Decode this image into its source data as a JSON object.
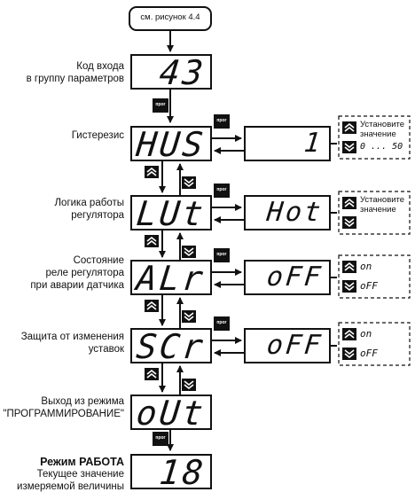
{
  "start_label": "см. рисунок 4.4",
  "button_label": "прог",
  "steps": [
    {
      "id": "code",
      "label": [
        "Код входа",
        "в группу параметров"
      ],
      "display": "43",
      "bold": false
    },
    {
      "id": "hys",
      "label": [
        "Гистерезис"
      ],
      "display": "HUS",
      "value": "1",
      "hint_up": [
        "Установите",
        "значение"
      ],
      "hint_range": "0 ... 50",
      "bold": false
    },
    {
      "id": "logic",
      "label": [
        "Логика работы",
        "регулятора"
      ],
      "display": "LUt",
      "value": "Hot",
      "hint_up": [
        "Установите",
        "значение"
      ],
      "bold": false
    },
    {
      "id": "alarm",
      "label": [
        "Состояние",
        "реле регулятора",
        "при аварии датчика"
      ],
      "display": "ALr",
      "value": "oFF",
      "opt_up": "on",
      "opt_down": "oFF",
      "bold": false
    },
    {
      "id": "protect",
      "label": [
        "Защита от изменения",
        "уставок"
      ],
      "display": "SCr",
      "value": "oFF",
      "opt_up": "on",
      "opt_down": "oFF",
      "bold": false
    },
    {
      "id": "exit",
      "label": [
        "Выход из режима",
        "\"ПРОГРАММИРОВАНИЕ\""
      ],
      "display": "oUt",
      "bold": false
    },
    {
      "id": "run",
      "label": [
        "Режим РАБОТА",
        "Текущее значение",
        "измеряемой величины"
      ],
      "display": "18",
      "bold": true
    }
  ]
}
